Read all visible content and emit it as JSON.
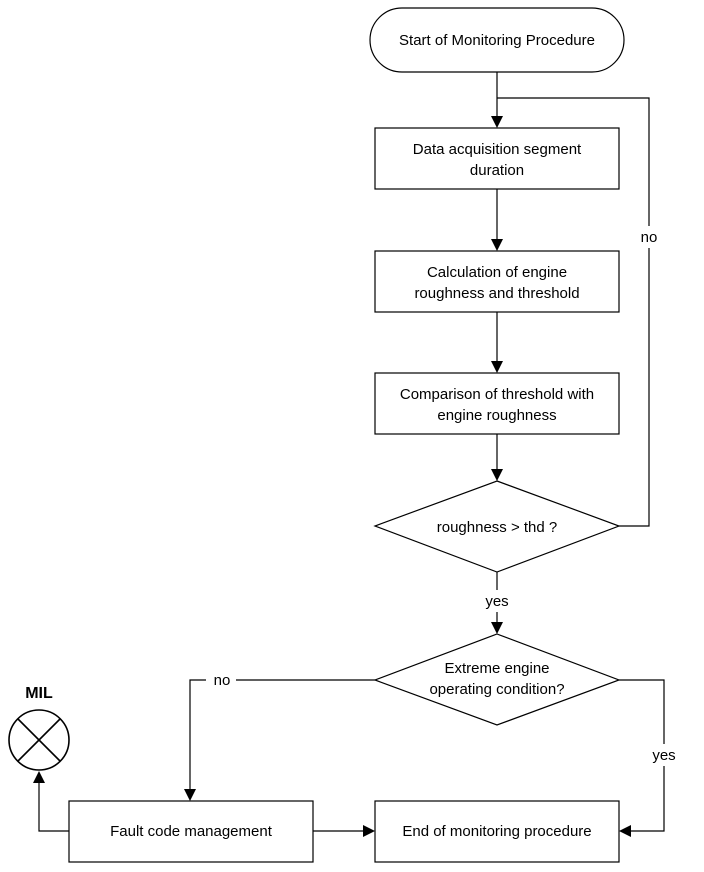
{
  "flowchart": {
    "start": "Start of Monitoring Procedure",
    "data_acq": [
      "Data acquisition segment",
      "duration"
    ],
    "calc": [
      "Calculation of engine",
      "roughness and threshold"
    ],
    "compare": [
      "Comparison of threshold with",
      "engine roughness"
    ],
    "decision1": "roughness >  thd ?",
    "decision2": [
      "Extreme engine",
      "operating condition?"
    ],
    "fault": "Fault code management",
    "end": "End of monitoring procedure",
    "mil": "MIL",
    "labels": {
      "no_loop": "no",
      "yes1": "yes",
      "no2": "no",
      "yes2": "yes"
    }
  }
}
